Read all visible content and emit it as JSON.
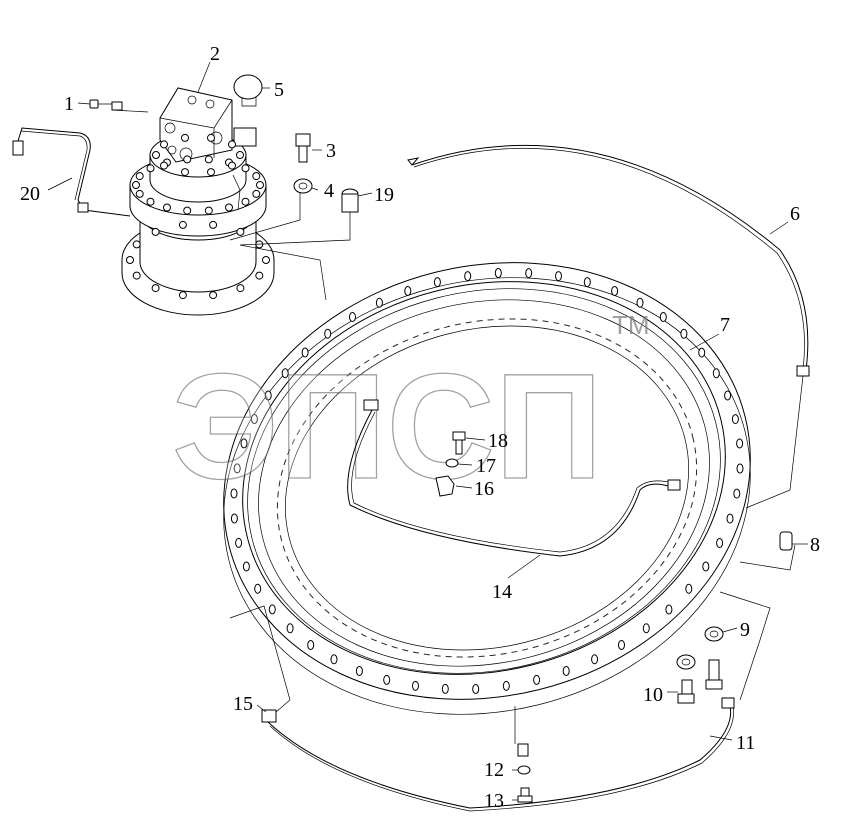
{
  "diagram": {
    "callouts": [
      "1",
      "2",
      "3",
      "4",
      "5",
      "6",
      "7",
      "8",
      "9",
      "10",
      "11",
      "12",
      "13",
      "14",
      "15",
      "16",
      "17",
      "18",
      "19",
      "20"
    ]
  },
  "watermark": {
    "text": "ЭПСП",
    "tm": "TM"
  },
  "icons": {
    "logo": "watermark-logo",
    "swing-ring": "slewing-ring-bearing-drawing",
    "motor": "swing-motor-reducer-drawing"
  }
}
